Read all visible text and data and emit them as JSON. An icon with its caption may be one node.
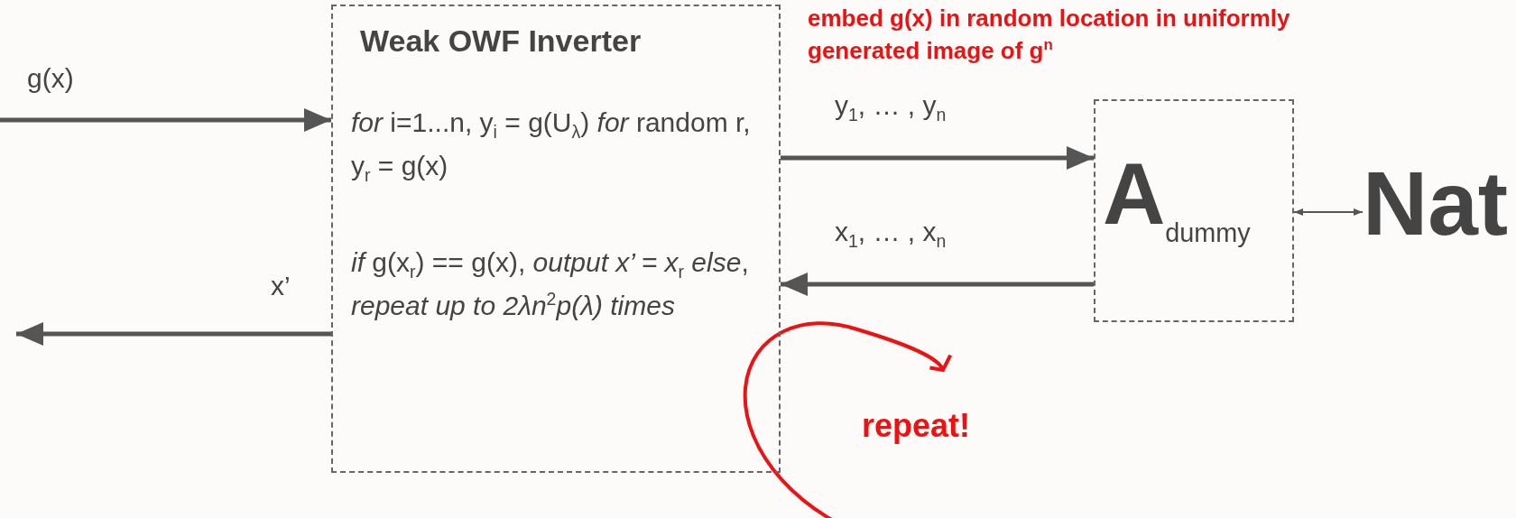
{
  "diagram": {
    "nodes": [
      {
        "text": [
          "Weak OWF Inverter",
          "*for* i=1...n, y$_{i}$ = g(U$_{λ}$) *for* random r, y$_{r}$ = g(x)",
          "*if* g(x$_{r}$) == g(x), *output x’ = x*$_{r}$ *else*, *repeat up to 2λn*$^{2}$*p(λ) times*"
        ]
      },
      {
        "text": [
          "A$_{dummy}$"
        ]
      },
      {
        "text": [
          "Nat"
        ]
      }
    ],
    "edges": [
      {
        "from": null,
        "to": 0,
        "arrow": "to",
        "label": "g(x)"
      },
      {
        "from": 0,
        "to": 1,
        "arrow": "to",
        "label": "y$_{1}$, … , y$_{n}$"
      },
      {
        "from": 1,
        "to": 0,
        "arrow": "to",
        "label": "x$_{1}$, … , x$_{n}$"
      },
      {
        "from": 0,
        "to": null,
        "arrow": "to",
        "label": "x’"
      },
      {
        "from": 1,
        "to": 2,
        "arrow": "both"
      }
    ],
    "labels": [
      "embed g(x) in random location in uniformly generated image of g$^{n}$",
      "repeat!"
    ]
  }
}
